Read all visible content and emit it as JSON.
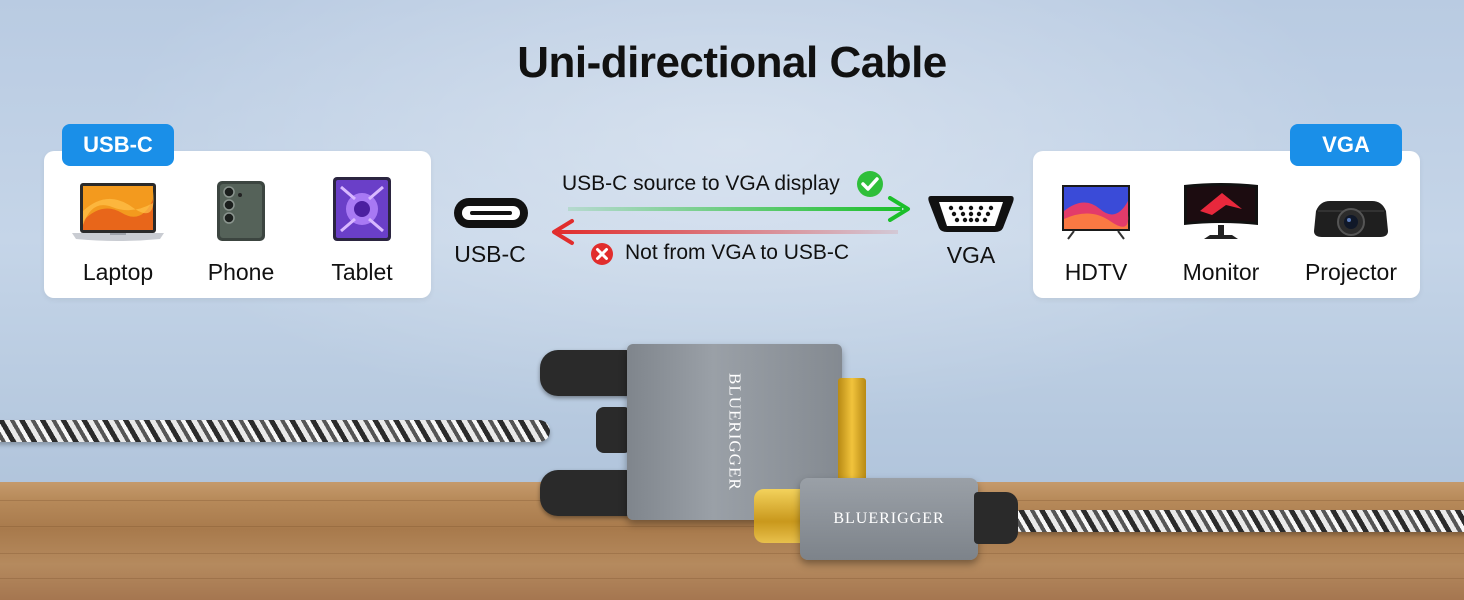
{
  "title": "Uni-directional Cable",
  "source": {
    "badge": "USB-C",
    "devices": [
      {
        "name": "Laptop",
        "icon": "laptop-icon"
      },
      {
        "name": "Phone",
        "icon": "phone-icon"
      },
      {
        "name": "Tablet",
        "icon": "tablet-icon"
      }
    ]
  },
  "display": {
    "badge": "VGA",
    "devices": [
      {
        "name": "HDTV",
        "icon": "tv-icon"
      },
      {
        "name": "Monitor",
        "icon": "monitor-icon"
      },
      {
        "name": "Projector",
        "icon": "projector-icon"
      }
    ]
  },
  "ports": {
    "usbc": "USB-C",
    "vga": "VGA"
  },
  "flow": {
    "forward": "USB-C source to VGA display",
    "reverse": "Not from VGA to USB-C",
    "forward_color": "#1bbf2a",
    "reverse_color": "#e12d2d",
    "accent": "#1a8fe8"
  },
  "product": {
    "brand_vga": "BLUERIGGER",
    "brand_usbc": "BLUERIGGER"
  }
}
